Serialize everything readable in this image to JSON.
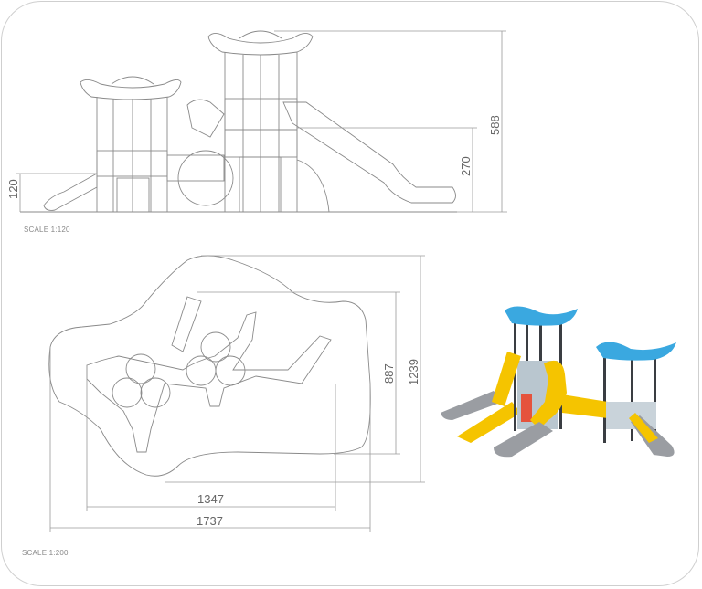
{
  "elevation": {
    "scale_label": "SCALE 1:120",
    "dimensions": {
      "overall_height": "588",
      "platform_height": "270",
      "low_platform_height": "120"
    }
  },
  "plan": {
    "scale_label": "SCALE 1:200",
    "dimensions": {
      "safety_depth": "1239",
      "equipment_depth": "887",
      "equipment_width": "1347",
      "safety_width": "1737"
    }
  },
  "colors": {
    "roof": "#3aa8e0",
    "slide": "#f5c400",
    "slide_grey": "#8c8f94",
    "post": "#3a3d42",
    "panel": "#e5533d"
  }
}
